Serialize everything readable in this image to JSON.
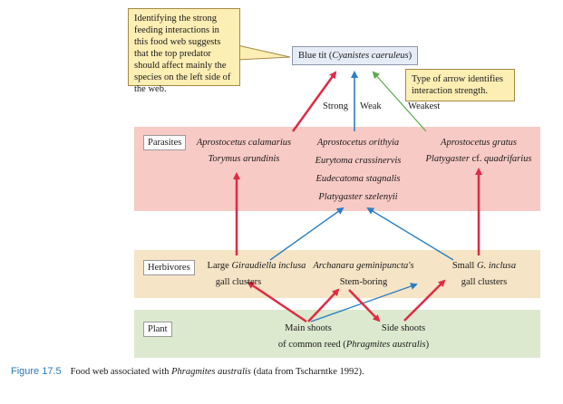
{
  "top_predator": {
    "prefix": "Blue tit (",
    "species": "Cyanistes caeruleus",
    "suffix": ")"
  },
  "note_left": "Identifying the strong feeding interactions in this food web suggests that the top predator should affect mainly the species on the left side of the web.",
  "note_right": "Type of arrow identifies interaction strength.",
  "legend": {
    "strong": "Strong",
    "weak": "Weak",
    "weakest": "Weakest"
  },
  "bands": {
    "parasites": "Parasites",
    "herbivores": "Herbivores",
    "plant": "Plant"
  },
  "parasites": {
    "col1": [
      "Aprostocetus calamarius",
      "Torymus arundinis"
    ],
    "col2": [
      "Aprostocetus orithyia",
      "Eurytoma crassinervis",
      "Eudecatoma stagnalis",
      "Platygaster szelenyii"
    ],
    "col3_line1": "Aprostocetus gratus",
    "col3_line2a": "Platygaster",
    "col3_line2b": " cf. ",
    "col3_line2c": "quadrifarius"
  },
  "herbivores": {
    "h1_pre": "Large ",
    "h1_species": "Giraudiella inclusa",
    "h1_line2": "gall clusters",
    "h2_species": "Archanara geminipuncta's",
    "h2_line2": "Stem-boring",
    "h3_pre": "Small ",
    "h3_species": "G. inclusa",
    "h3_line2": "gall clusters"
  },
  "plant": {
    "main_shoots": "Main shoots",
    "side_shoots": "Side shoots",
    "line2_pre": "of common reed (",
    "line2_species": "Phragmites australis",
    "line2_post": ")"
  },
  "caption": {
    "label": "Figure 17.5",
    "pre": "Food web associated with ",
    "species": "Phragmites australis",
    "post": " (data from Tscharntke 1992)."
  },
  "colors": {
    "strong": "#e02a45",
    "weak": "#2a7fc4",
    "weakest": "#5aa84a",
    "parasite_band": "#f8cac5",
    "herbivore_band": "#f6e4c6",
    "plant_band": "#dde9cf"
  }
}
